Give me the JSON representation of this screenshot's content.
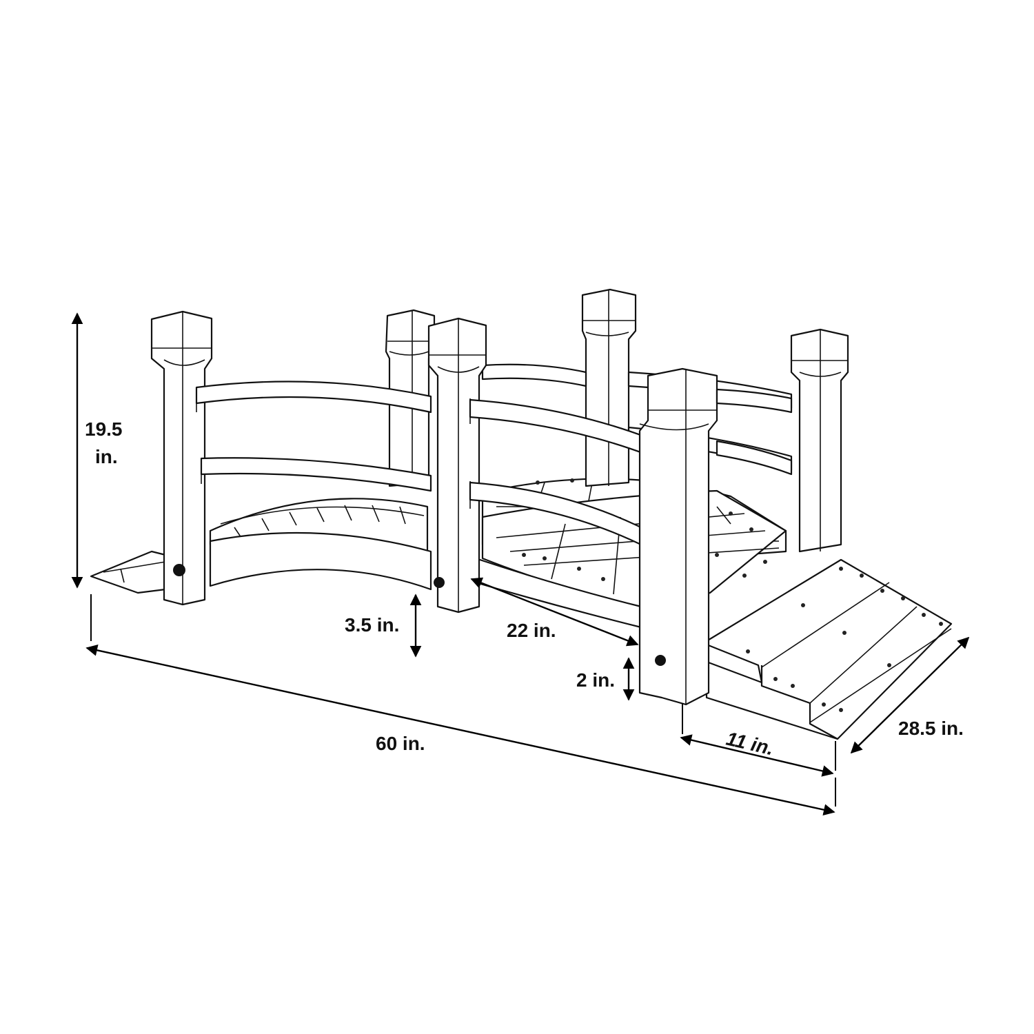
{
  "dimensions": {
    "height": {
      "line1": "19.5",
      "line2": "in."
    },
    "length": "60 in.",
    "rail_gap": "3.5 in.",
    "inner_width": "22 in.",
    "post_offset": "2 in.",
    "ramp_length": "11 in.",
    "width": "28.5 in."
  },
  "colors": {
    "line": "#111111",
    "background": "#ffffff"
  }
}
